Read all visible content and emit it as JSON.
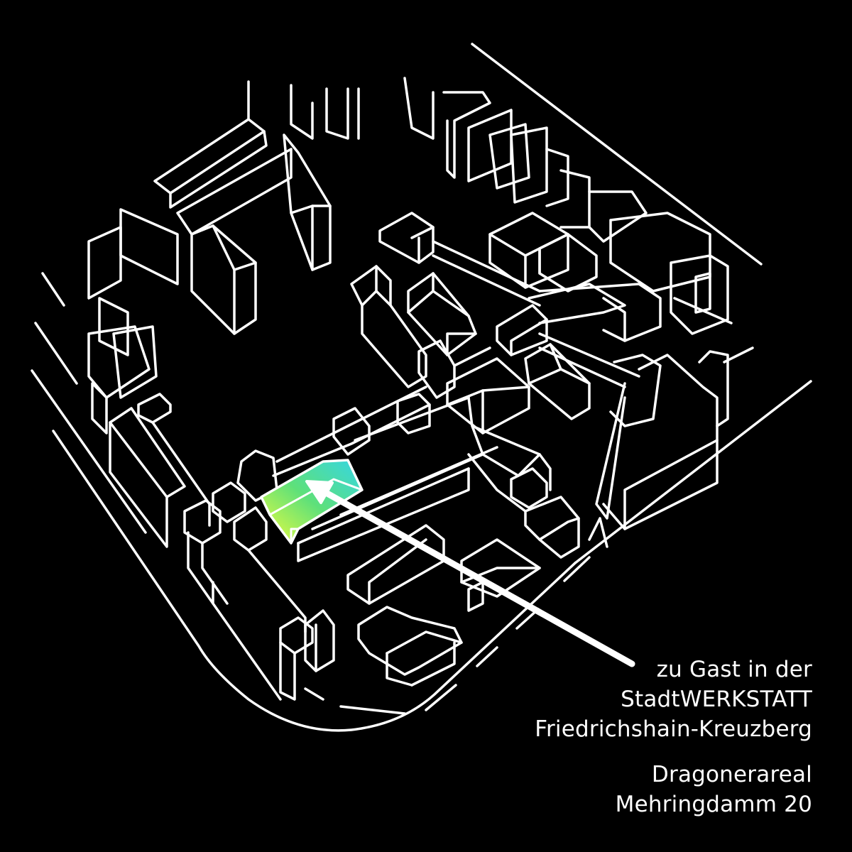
{
  "caption": {
    "line1": "zu Gast in der",
    "line2": "StadtWERKSTATT",
    "line3": "Friedrichshain-Kreuzberg"
  },
  "address": {
    "line1": "Dragonerareal",
    "line2": "Mehringdamm 20"
  },
  "colors": {
    "background": "#000000",
    "stroke": "#ffffff",
    "highlight_start": "#f2ff3a",
    "highlight_mid": "#5ee07a",
    "highlight_end": "#35d6e6"
  },
  "icons": {
    "pointer": "arrow-icon"
  }
}
